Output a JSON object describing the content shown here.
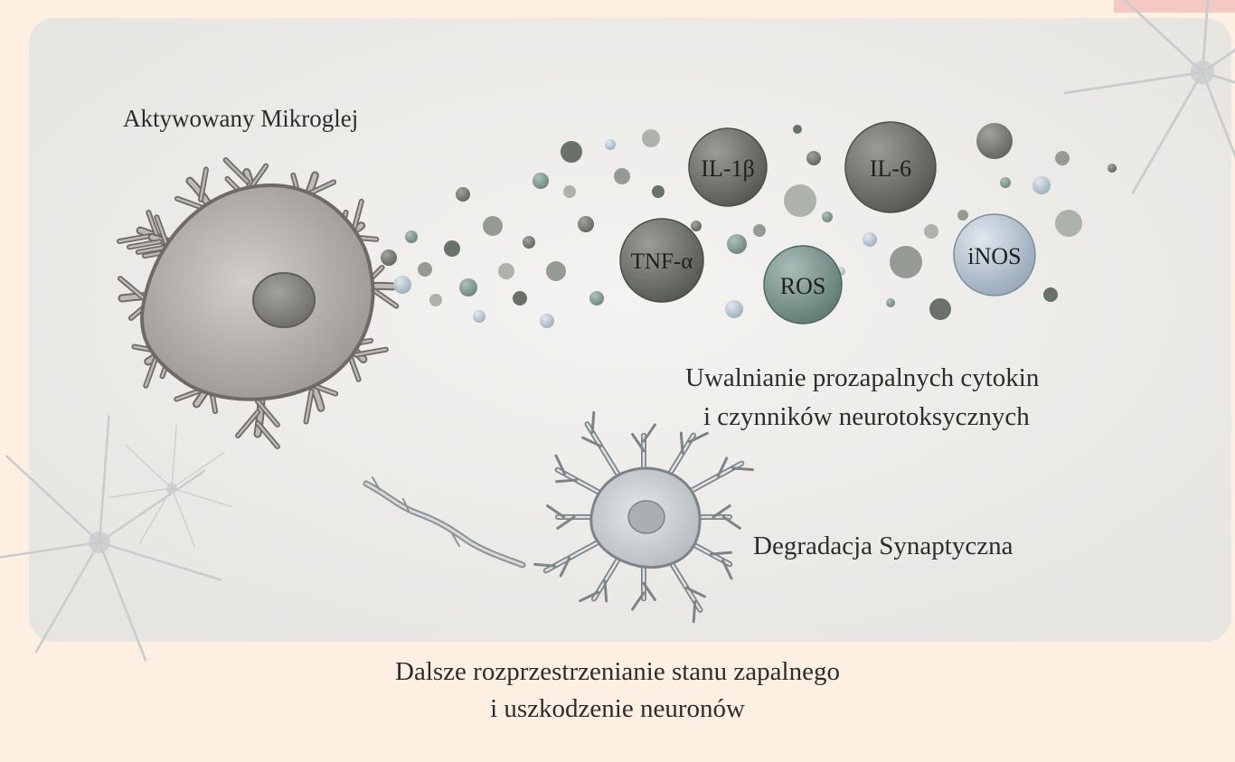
{
  "labels": {
    "microglia": "Aktywowany Mikroglej",
    "release_line1": "Uwalnianie prozapalnych cytokin",
    "release_line2": "i czynników neurotoksycznych",
    "synaptic": "Degradacja Synaptyczna",
    "footer_line1": "Dalsze rozprzestrzenianie stanu zapalnego",
    "footer_line2": "i uszkodzenie neuronów"
  },
  "mediators": [
    "IL-1β",
    "IL-6",
    "TNF-α",
    "ROS",
    "iNOS"
  ],
  "colors": {
    "background": "#fdf0e3",
    "panel": "#eeedea",
    "microglia": "#a9a6a1",
    "neuron": "#cfd4d6",
    "dark_bubble": "#6f726c",
    "teal_bubble": "#7f9690",
    "blue_bubble": "#b9c6d2",
    "text": "#2c2c2c"
  }
}
